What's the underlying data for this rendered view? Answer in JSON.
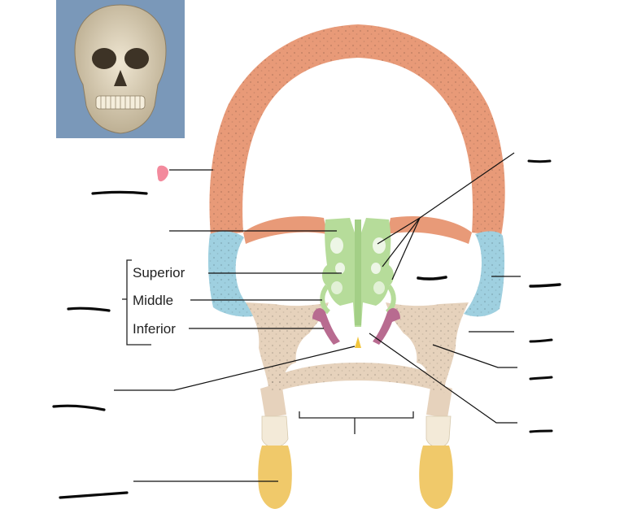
{
  "diagram": {
    "turbinate_labels": {
      "superior": "Superior",
      "middle": "Middle",
      "inferior": "Inferior"
    }
  },
  "colors": {
    "frontal_bone": "#e89a78",
    "ethmoid_bone": "#b6dc9a",
    "zygomatic_bone": "#9fd0e0",
    "maxilla": "#e6d2bc",
    "conchae": "#b86b90",
    "teeth": "#f0c96a",
    "vomer_spot": "#f2c53c",
    "leader_lines": "#111111",
    "answer_marks": "#0a0a0a"
  }
}
